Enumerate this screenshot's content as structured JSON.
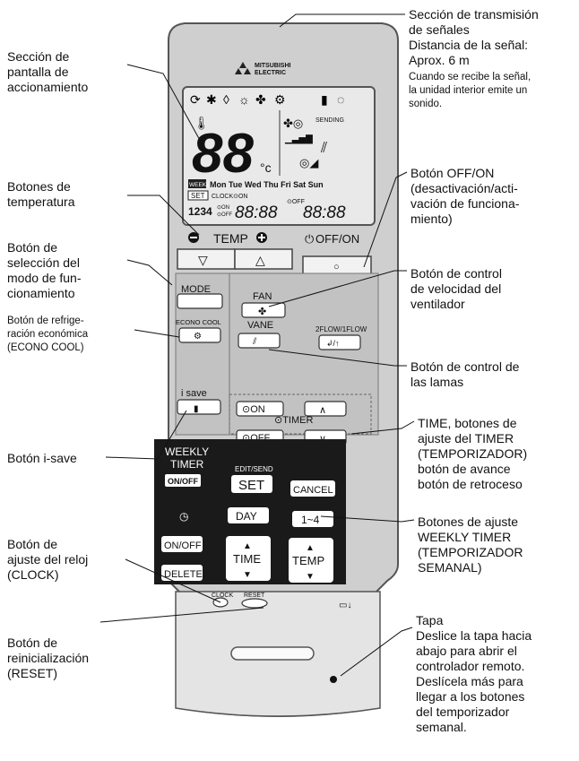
{
  "brand": {
    "line1": "MITSUBISHI",
    "line2": "ELECTRIC"
  },
  "lcd": {
    "digits": "88",
    "unit": "°c",
    "sending": "SENDING",
    "weekly": "WEEKLY",
    "days": "Mon Tue Wed Thu Fri Sat Sun",
    "set": "SET",
    "clock_on": "CLOCK⊙ON",
    "off": "⊙OFF",
    "num": "1234",
    "on_small": "⊙ON",
    "off_small": "⊙OFF",
    "time1": "88:88",
    "time2": "88:88"
  },
  "buttons": {
    "temp_label": "TEMP",
    "off_on": "OFF/ON",
    "mode": "MODE",
    "fan": "FAN",
    "econo_cool": "ECONO COOL",
    "vane": "VANE",
    "flow": "2FLOW/1FLOW",
    "isave": "i save",
    "timer_on": "⊙ON",
    "timer": "⊙TIMER",
    "timer_off": "⊙OFF",
    "weekly_timer_1": "WEEKLY",
    "weekly_timer_2": "TIMER",
    "weekly_onoff": "ON/OFF",
    "edit_send": "EDIT/SEND",
    "set": "SET",
    "cancel": "CANCEL",
    "day": "DAY",
    "range": "1~4",
    "clock_onoff": "ON/OFF",
    "delete": "DELETE",
    "time": "TIME",
    "temp": "TEMP",
    "clock": "CLOCK",
    "reset": "RESET"
  },
  "labels": {
    "transmission": "Sección de transmisión\nde señales\nDistancia de la señal:\nAprox. 6 m",
    "transmission_note": "Cuando se recibe la señal,\nla unidad interior emite un\nsonido.",
    "display": "Sección de\npantalla de\naccionamiento",
    "temperature": "Botones de\ntemperatura",
    "mode_select": "Botón de\nselección del\nmodo de fun-\ncionamiento",
    "econo": "Botón de refrige-\nración económica\n(ECONO COOL)",
    "isave": "Botón i-save",
    "clock": "Botón de\najuste del reloj\n(CLOCK)",
    "reset": "Botón de\nreinicialización\n(RESET)",
    "offon": "Botón OFF/ON\n(desactivación/acti-\nvación de funciona-\nmiento)",
    "fan": "Botón de control\nde velocidad del\nventilador",
    "vane": "Botón de control de\nlas lamas",
    "timer": "TIME, botones de\najuste del TIMER\n(TEMPORIZADOR)\n  botón de avance\n  botón de retroceso",
    "weekly": "Botones de ajuste\nWEEKLY TIMER\n(TEMPORIZADOR\nSEMANAL)",
    "cover": "Tapa\nDeslice la tapa hacia\nabajo para abrir el\ncontrolador remoto.\nDeslícela más para\nllegar a los botones\ndel temporizador\nsemanal."
  }
}
